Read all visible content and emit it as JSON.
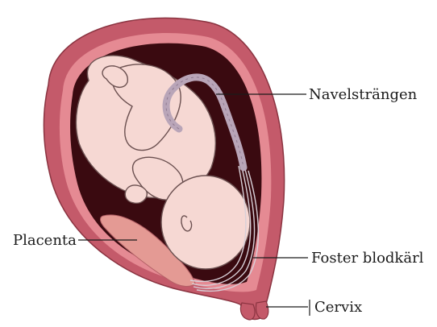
{
  "labels": {
    "umbilical_cord": "Navelsträngen",
    "placenta": "Placenta",
    "fetal_vessels": "Foster blodkärl",
    "cervix": "Cervix"
  },
  "colors": {
    "uterus_wall": "#c45a6a",
    "uterus_inner": "#e58a93",
    "cavity": "#3a0a10",
    "fetus_skin": "#f6d8d3",
    "fetus_outline": "#6b5050",
    "cord": "#b9a5b8",
    "placenta": "#e49a94"
  }
}
